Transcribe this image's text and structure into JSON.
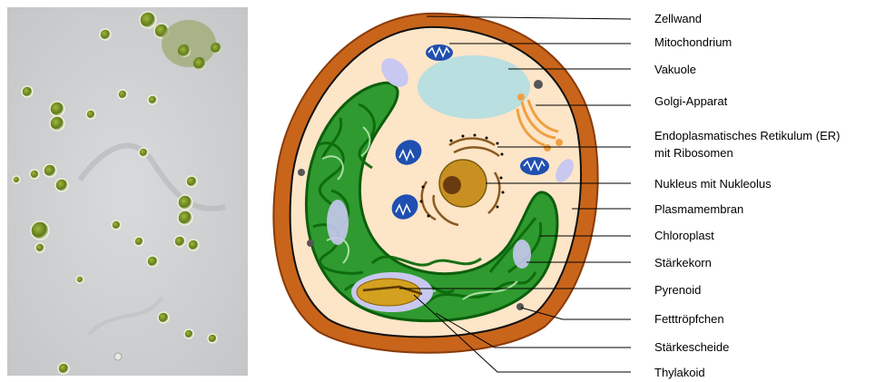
{
  "labels": {
    "zellwand": "Zellwand",
    "mitochondrium": "Mitochondrium",
    "vakuole": "Vakuole",
    "golgi": "Golgi-Apparat",
    "er_line1": "Endoplasmatisches Retikulum (ER)",
    "er_line2": "mit Ribosomen",
    "nukleus": "Nukleus mit Nukleolus",
    "plasmamembran": "Plasmamembran",
    "chloroplast": "Chloroplast",
    "staerkekorn": "Stärkekorn",
    "pyrenoid": "Pyrenoid",
    "fetttroepfchen": "Fetttröpfchen",
    "staerkescheide": "Stärkescheide",
    "thylakoid": "Thylakoid"
  },
  "colors": {
    "cell_wall": "#c8651b",
    "cytoplasm": "#fde5c8",
    "chloroplast": "#1a8a1a",
    "vacuole": "#b9dfe0",
    "mitochondrion": "#1f4fb0",
    "golgi": "#f0a040",
    "nucleus": "#c89020",
    "starch": "#c8c8f0",
    "pyrenoid": "#d4a020"
  }
}
